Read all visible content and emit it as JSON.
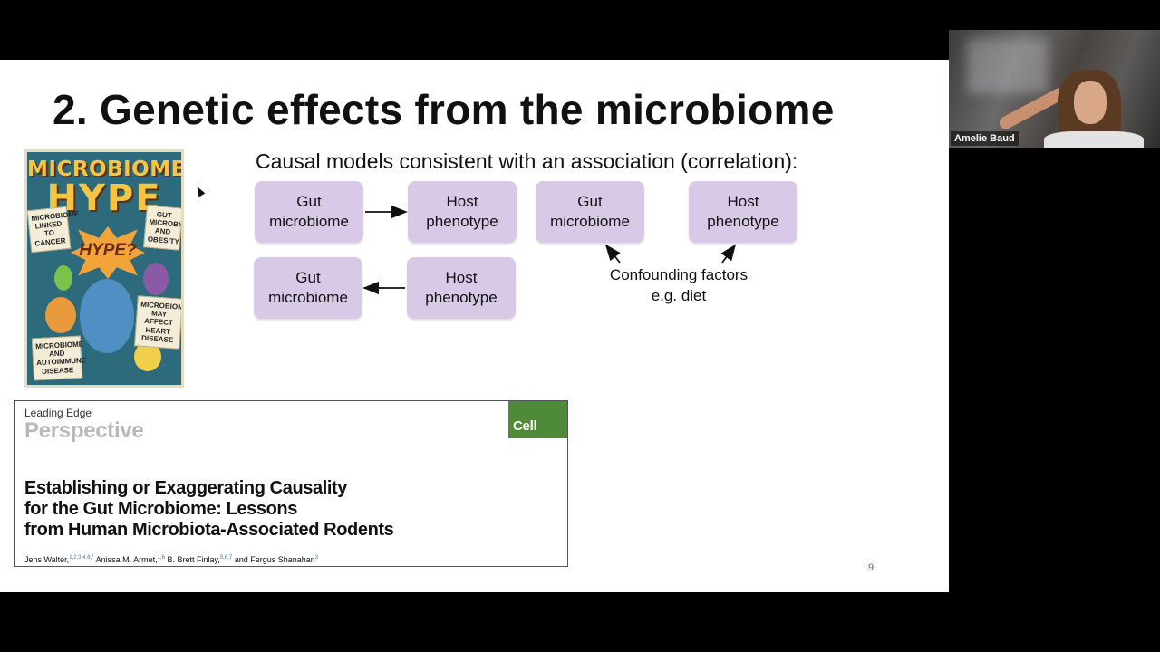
{
  "slide": {
    "title": "2. Genetic effects from the microbiome",
    "subtitle": "Causal models consistent with an association (correlation):",
    "page_number": "9"
  },
  "diagram": {
    "nodes": [
      {
        "id": "m1-gut",
        "label": "Gut\nmicrobiome"
      },
      {
        "id": "m1-host",
        "label": "Host\nphenotype"
      },
      {
        "id": "m2-gut",
        "label": "Gut\nmicrobiome"
      },
      {
        "id": "m2-host",
        "label": "Host\nphenotype"
      },
      {
        "id": "m3-gut",
        "label": "Gut\nmicrobiome"
      },
      {
        "id": "m3-host",
        "label": "Host\nphenotype"
      }
    ],
    "confounder_label": "Confounding factors\ne.g. diet"
  },
  "poster": {
    "header_line1": "MICROBIOME",
    "header_line2": "HYPE",
    "burst": "HYPE?",
    "notes": [
      "MICROBIOME LINKED TO CANCER",
      "GUT MICROBIOME AND OBESITY",
      "MICROBIOME MAY AFFECT HEART DISEASE",
      "MICROBIOME AND AUTOIMMUNE DISEASE"
    ]
  },
  "paper": {
    "section": "Leading Edge",
    "type": "Perspective",
    "journal": "Cell",
    "title": "Establishing or Exaggerating Causality\nfor the Gut Microbiome: Lessons\nfrom Human Microbiota-Associated Rodents",
    "authors": [
      {
        "name": "Jens Walter,",
        "sup": "1,2,3,4,6,*"
      },
      {
        "name": " Anissa M. Armet,",
        "sup": "1,6"
      },
      {
        "name": " B. Brett Finlay,",
        "sup": "5,6,7"
      },
      {
        "name": " and Fergus Shanahan",
        "sup": "3"
      }
    ]
  },
  "participant": {
    "name": "Amelie Baud"
  },
  "colors": {
    "node_fill": "#d8c9e6",
    "cell_green": "#4f8a38",
    "poster_bg": "#2c6a7c",
    "poster_yellow": "#f4c542"
  }
}
